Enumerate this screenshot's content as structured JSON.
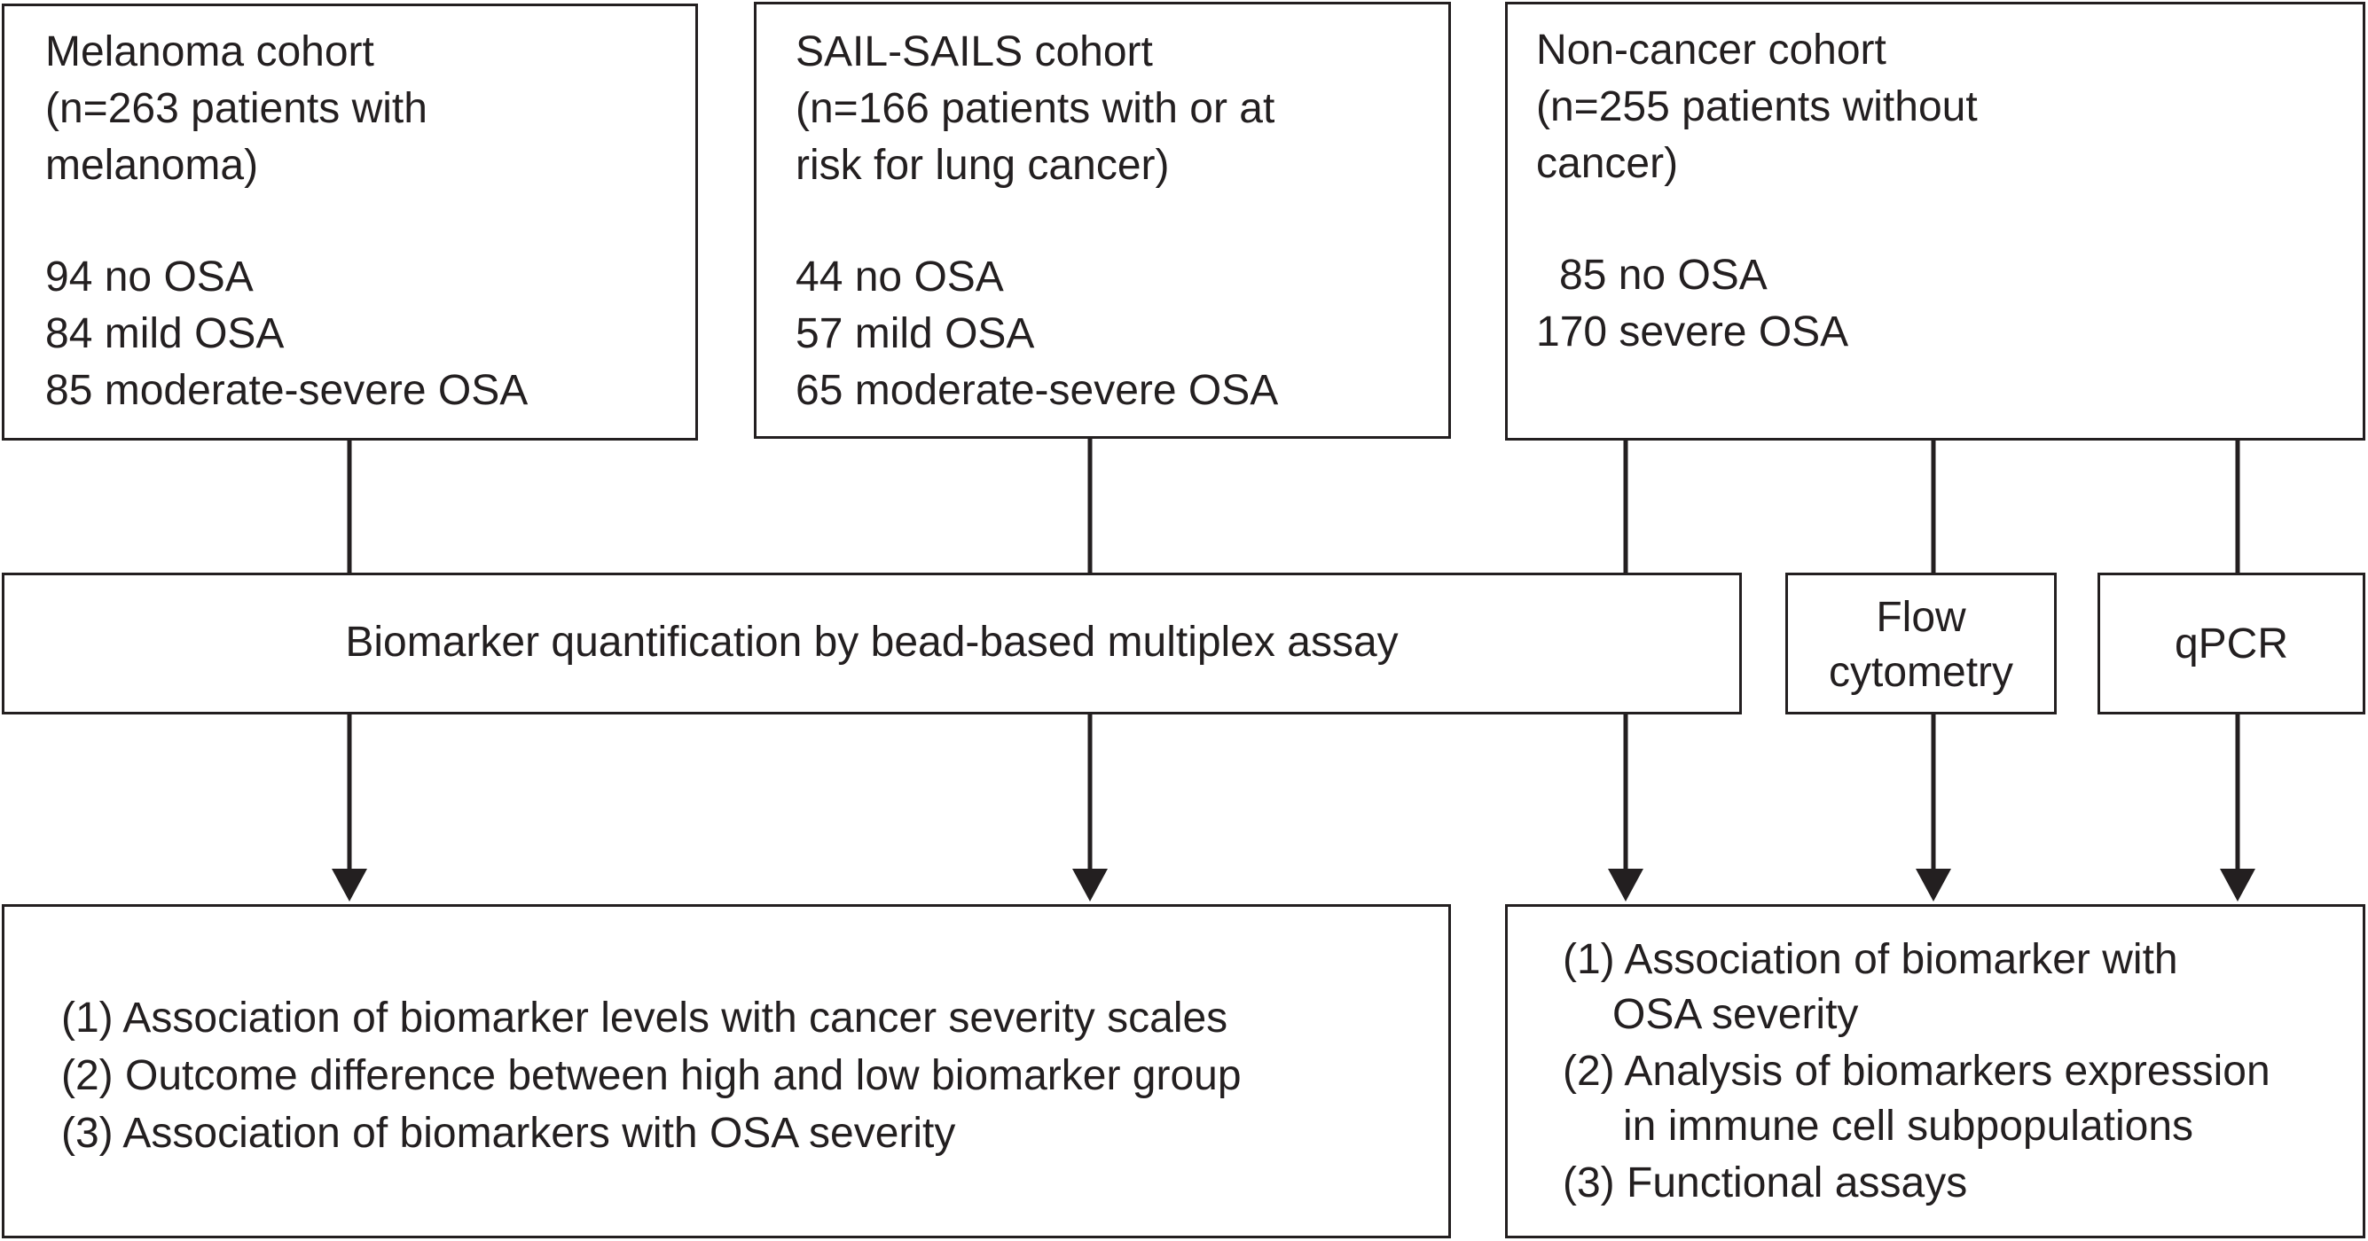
{
  "cohorts": [
    {
      "title": "Melanoma cohort",
      "desc_lines": [
        "(n=263 patients with",
        "melanoma)"
      ],
      "counts": [
        "94 no OSA",
        "84 mild OSA",
        "85 moderate-severe OSA"
      ]
    },
    {
      "title": "SAIL-SAILS cohort",
      "desc_lines": [
        "(n=166 patients with or at",
        "risk for lung cancer)"
      ],
      "counts": [
        "44 no OSA",
        "57 mild OSA",
        "65 moderate-severe OSA"
      ]
    },
    {
      "title": "Non-cancer cohort",
      "desc_lines": [
        "(n=255 patients without",
        "cancer)"
      ],
      "counts": [
        "85 no OSA",
        "170 severe OSA"
      ]
    }
  ],
  "methods": {
    "bead_assay": "Biomarker quantification by bead-based multiplex assay",
    "flow": [
      "Flow",
      "cytometry"
    ],
    "qpcr": "qPCR"
  },
  "outcomes_left": [
    "(1) Association of biomarker levels with cancer severity scales",
    "(2) Outcome difference between high and low biomarker group",
    "(3) Association of biomarkers with OSA severity"
  ],
  "outcomes_right": [
    "(1) Association of biomarker with",
    "OSA severity",
    "(2) Analysis of biomarkers expression",
    "in immune cell subpopulations",
    "(3) Functional assays"
  ]
}
